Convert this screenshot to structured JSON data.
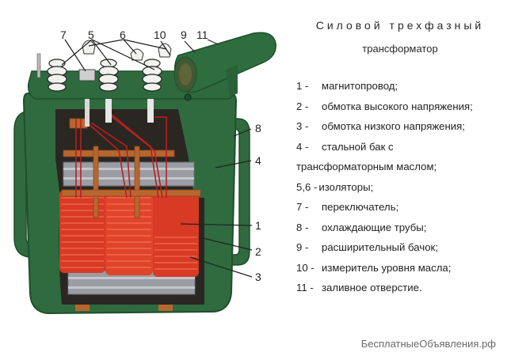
{
  "title": {
    "line1": "Силовой трехфазный",
    "line2": "трансформатор"
  },
  "callouts": {
    "c7": "7",
    "c5": "5",
    "c6": "6",
    "c10": "10",
    "c9": "9",
    "c11": "11",
    "c8": "8",
    "c4": "4",
    "c1": "1",
    "c2": "2",
    "c3": "3"
  },
  "legend": [
    {
      "num": "1 -",
      "text": "магнитопровод;"
    },
    {
      "num": "2 -",
      "text": "обмотка высокого напряжения;"
    },
    {
      "num": "3 -",
      "text": "обмотка низкого напряжения;"
    },
    {
      "num": "4 -",
      "text": "стальной бак с"
    },
    {
      "num": "",
      "text": "трансформаторным маслом;"
    },
    {
      "num": "5,6 -",
      "text": "изоляторы;"
    },
    {
      "num": "7 -",
      "text": "переключатель;"
    },
    {
      "num": "8 -",
      "text": "охлаждающие трубы;"
    },
    {
      "num": "9 -",
      "text": "расширительный бачок;"
    },
    {
      "num": "10 -",
      "text": "измеритель уровня масла;"
    },
    {
      "num": "11 -",
      "text": "заливное отверстие."
    }
  ],
  "watermark": "БесплатныеОбъявления.рф",
  "colors": {
    "tank_green": "#2f6b3e",
    "tank_dark": "#1f4f2c",
    "coil_red": "#e0442a",
    "core_gray": "#9a9da3",
    "interior_dark": "#2a2622",
    "copper": "#b8662f",
    "insulator_white": "#f1f1ee"
  }
}
